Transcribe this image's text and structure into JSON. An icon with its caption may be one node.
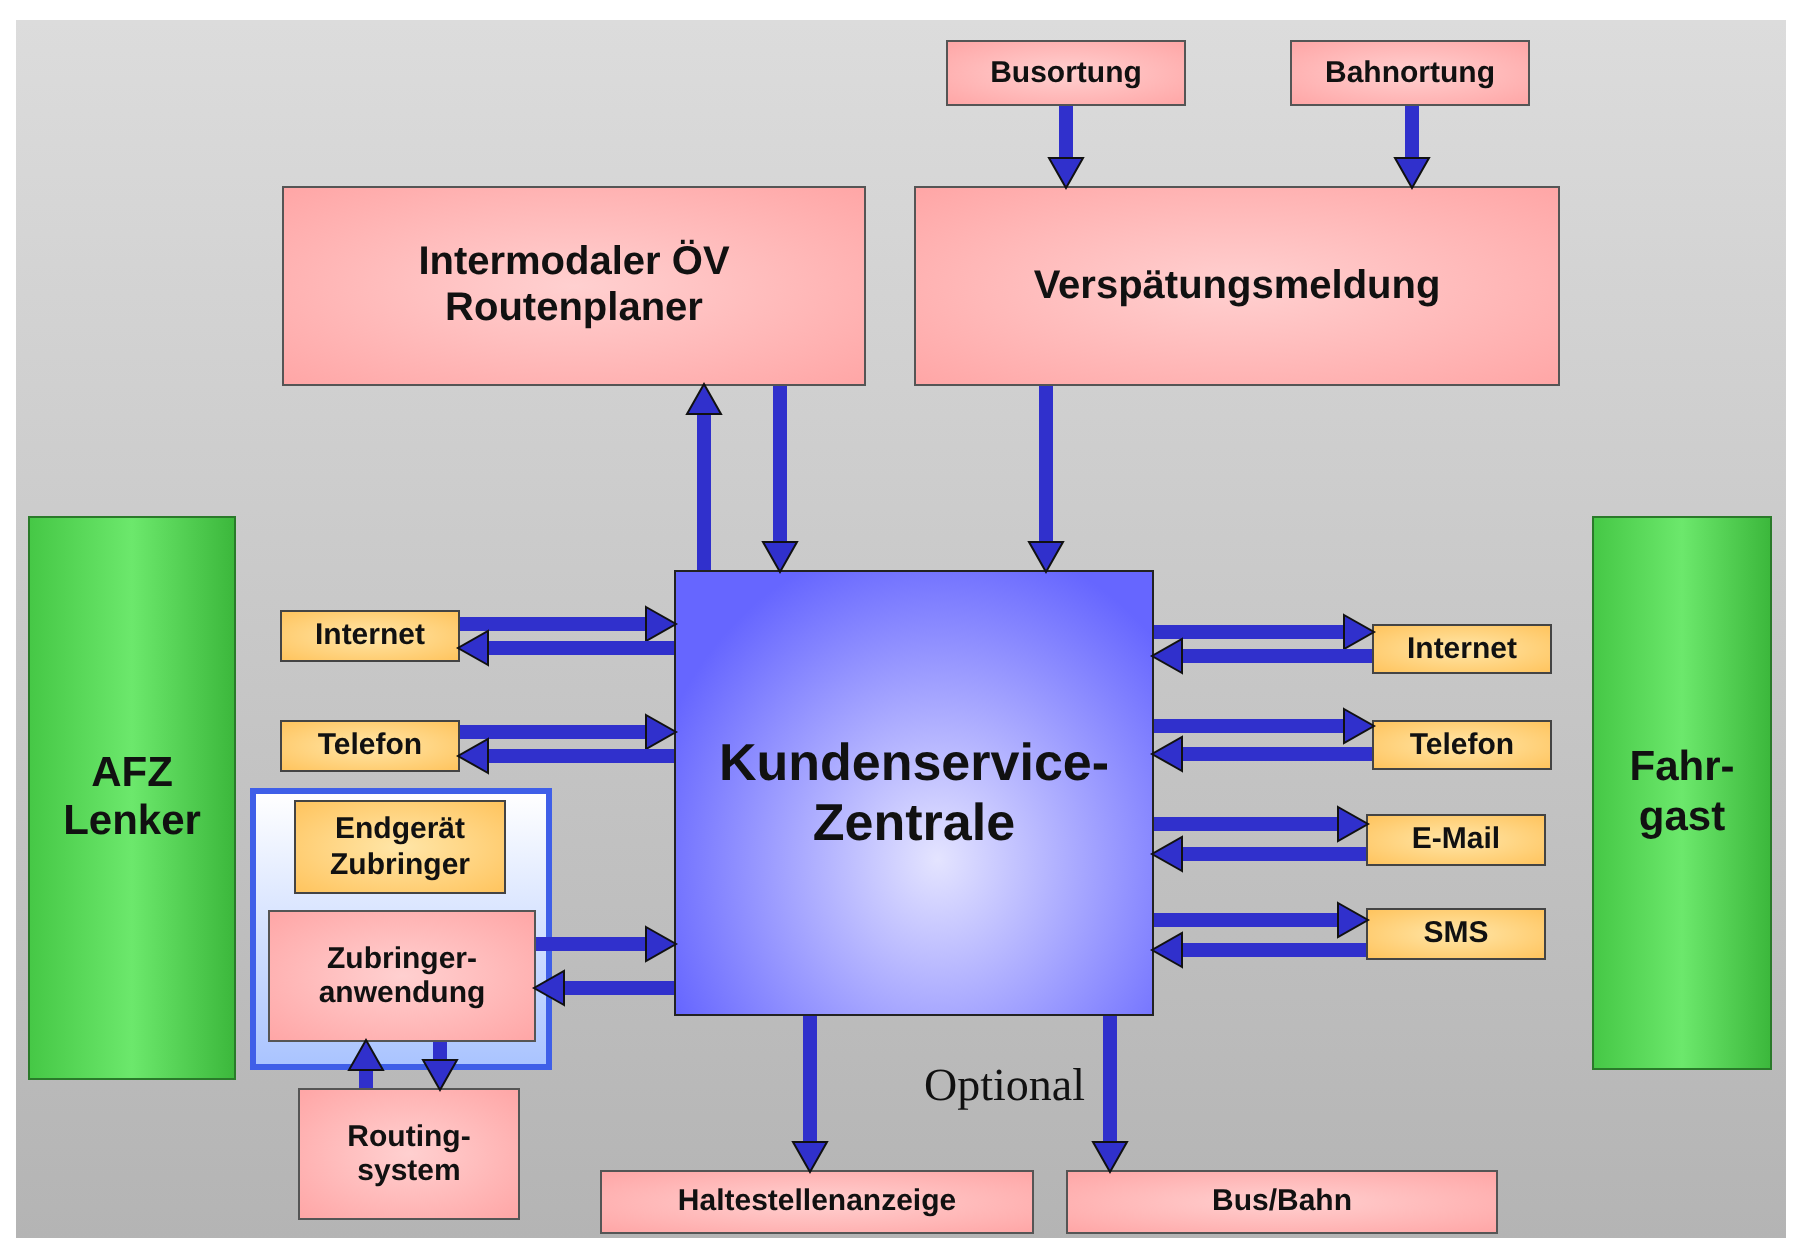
{
  "diagram": {
    "nodes": [
      {
        "text": [
          "Busortung"
        ]
      },
      {
        "text": [
          "Bahnortung"
        ]
      },
      {
        "text": [
          "Intermodaler ÖV Routenplaner"
        ]
      },
      {
        "text": [
          "Verspätungsmeldung"
        ]
      },
      {
        "text": [
          "AFZ Lenker"
        ]
      },
      {
        "text": [
          "Fahr- gast"
        ]
      },
      {
        "text": [
          "Internet"
        ]
      },
      {
        "text": [
          "Telefon"
        ]
      },
      {
        "text": [
          "Kundenservice- Zentrale"
        ]
      },
      {
        "text": [
          "Internet"
        ]
      },
      {
        "text": [
          "Telefon"
        ]
      },
      {
        "text": [
          "E-Mail"
        ]
      },
      {
        "text": [
          "SMS"
        ]
      },
      {
        "text": [],
        "shape": "box"
      },
      {
        "text": [
          "Endgerät Zubringer"
        ],
        "in": 13
      },
      {
        "text": [
          "Zubringer- anwendung"
        ],
        "in": 13
      },
      {
        "text": [
          "Routing- system"
        ]
      },
      {
        "text": [
          "Haltestellenanzeige"
        ]
      },
      {
        "text": [
          "Bus/Bahn"
        ]
      }
    ],
    "edges": [
      {
        "from": 0,
        "to": 3,
        "arrow": "to"
      },
      {
        "from": 1,
        "to": 3,
        "arrow": "to"
      },
      {
        "from": 8,
        "to": 2,
        "arrow": "to"
      },
      {
        "from": 2,
        "to": 8,
        "arrow": "to"
      },
      {
        "from": 3,
        "to": 8,
        "arrow": "to"
      },
      {
        "from": 6,
        "to": 8,
        "arrow": "to"
      },
      {
        "from": 8,
        "to": 6,
        "arrow": "to"
      },
      {
        "from": 7,
        "to": 8,
        "arrow": "to"
      },
      {
        "from": 8,
        "to": 7,
        "arrow": "to"
      },
      {
        "from": 15,
        "to": 8,
        "arrow": "to"
      },
      {
        "from": 8,
        "to": 15,
        "arrow": "to"
      },
      {
        "from": 8,
        "to": 9,
        "arrow": "to"
      },
      {
        "from": 9,
        "to": 8,
        "arrow": "to"
      },
      {
        "from": 8,
        "to": 10,
        "arrow": "to"
      },
      {
        "from": 10,
        "to": 8,
        "arrow": "to"
      },
      {
        "from": 8,
        "to": 11,
        "arrow": "to"
      },
      {
        "from": 11,
        "to": 8,
        "arrow": "to"
      },
      {
        "from": 8,
        "to": 12,
        "arrow": "to"
      },
      {
        "from": 12,
        "to": 8,
        "arrow": "to"
      },
      {
        "from": 15,
        "to": 16,
        "arrow": "to"
      },
      {
        "from": 16,
        "to": 15,
        "arrow": "to"
      },
      {
        "from": 8,
        "to": 17,
        "arrow": "to"
      },
      {
        "from": 8,
        "to": 18,
        "arrow": "to"
      }
    ],
    "labels": [
      "Optional"
    ]
  }
}
